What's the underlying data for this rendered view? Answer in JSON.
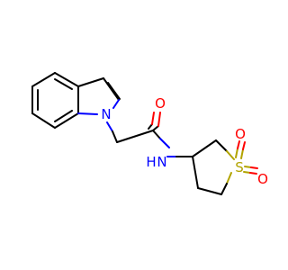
{
  "molecule": {
    "atoms": {
      "n_indole": "N",
      "o_amide": "O",
      "nh_amide": "H",
      "n_amide": "N",
      "s_sulfone": "S",
      "o_sulfone_top": "O",
      "o_sulfone_right": "O"
    }
  },
  "colors": {
    "nitrogen": "#0000ff",
    "oxygen": "#ff0000",
    "sulfur": "#b2a400",
    "carbon": "#000000",
    "background": "#ffffff"
  }
}
